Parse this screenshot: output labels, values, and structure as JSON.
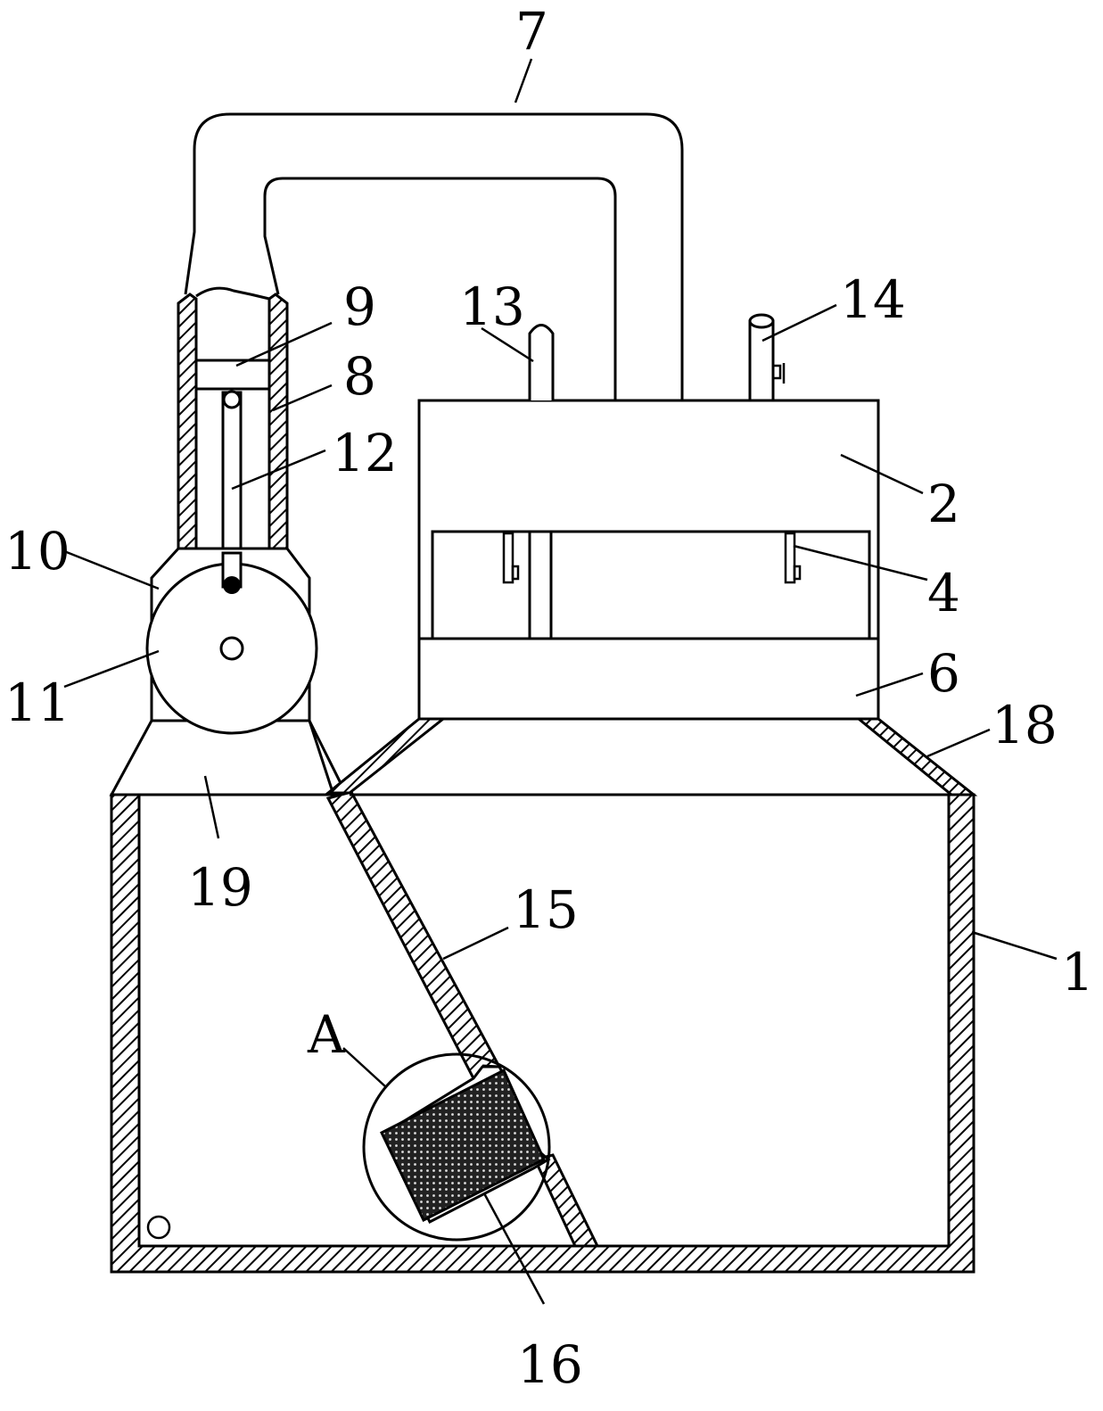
{
  "labels": {
    "l1": "1",
    "l2": "2",
    "l4": "4",
    "l6": "6",
    "l7": "7",
    "l8": "8",
    "l9": "9",
    "l10": "10",
    "l11": "11",
    "l12": "12",
    "l13": "13",
    "l14": "14",
    "l15": "15",
    "l16": "16",
    "l18": "18",
    "l19": "19",
    "lA": "A"
  }
}
